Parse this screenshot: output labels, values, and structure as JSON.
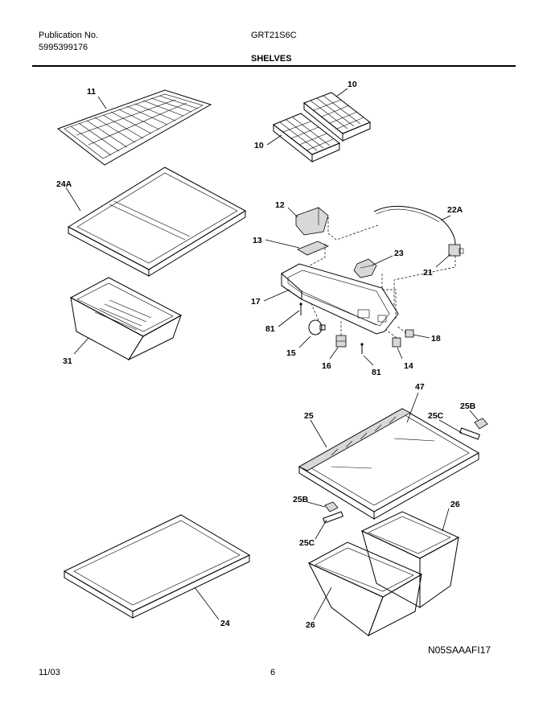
{
  "header": {
    "publication_label": "Publication No.",
    "publication_number": "5995399176",
    "model": "GRT21S6C",
    "section_title": "SHELVES"
  },
  "callouts": {
    "p11": "11",
    "p10a": "10",
    "p10b": "10",
    "p24a": "24A",
    "p12": "12",
    "p22a": "22A",
    "p13": "13",
    "p23": "23",
    "p21": "21",
    "p17": "17",
    "p31": "31",
    "p81a": "81",
    "p18": "18",
    "p15": "15",
    "p16": "16",
    "p14": "14",
    "p81b": "81",
    "p47": "47",
    "p25": "25",
    "p25b_top": "25B",
    "p25c_top": "25C",
    "p25b_bot": "25B",
    "p26_top": "26",
    "p25c_bot": "25C",
    "p26_bot": "26",
    "p24": "24"
  },
  "footer": {
    "figure_code": "N05SAAAFI17",
    "date": "11/03",
    "page_number": "6"
  }
}
